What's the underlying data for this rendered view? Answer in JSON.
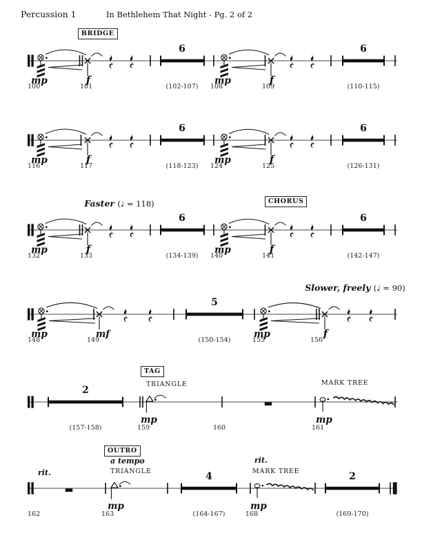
{
  "header": {
    "part": "Percussion 1",
    "title": "In Bethlehem That Night - Pg. 2 of 2"
  },
  "section_labels": {
    "bridge": "BRIDGE",
    "chorus": "CHORUS",
    "tag": "TAG",
    "outro": "OUTRO"
  },
  "tempo": {
    "faster": "Faster ",
    "faster_bpm": "(♩ = 118)",
    "slower": "Slower, freely ",
    "slower_bpm": "(♩ = 90)",
    "a_tempo": "a tempo",
    "rit": "rit."
  },
  "instruments": {
    "triangle": "TRIANGLE",
    "mark_tree": "MARK TREE"
  },
  "dynamics": {
    "mp": "mp",
    "mf": "mf",
    "f": "f"
  },
  "systems": {
    "s1": {
      "n1": "100",
      "n2": "101",
      "r1_count": "6",
      "r1_range": "(102-107)",
      "n3": "108",
      "n4": "109",
      "r2_count": "6",
      "r2_range": "(110-115)"
    },
    "s2": {
      "n1": "116",
      "n2": "117",
      "r1_count": "6",
      "r1_range": "(118-123)",
      "n3": "124",
      "n4": "125",
      "r2_count": "6",
      "r2_range": "(126-131)"
    },
    "s3": {
      "n1": "132",
      "n2": "133",
      "r1_count": "6",
      "r1_range": "(134-139)",
      "n3": "140",
      "n4": "141",
      "r2_count": "6",
      "r2_range": "(142-147)"
    },
    "s4": {
      "n1": "148",
      "n2": "149",
      "r1_count": "5",
      "r1_range": "(150-154)",
      "n3": "155",
      "n4": "156"
    },
    "s5": {
      "r1_count": "2",
      "r1_range": "(157-158)",
      "n1": "159",
      "n2": "160",
      "n3": "161"
    },
    "s6": {
      "n1": "162",
      "n2": "163",
      "r1_count": "4",
      "r1_range": "(164-167)",
      "n3": "168",
      "r2_count": "2",
      "r2_range": "(169-170)"
    }
  }
}
